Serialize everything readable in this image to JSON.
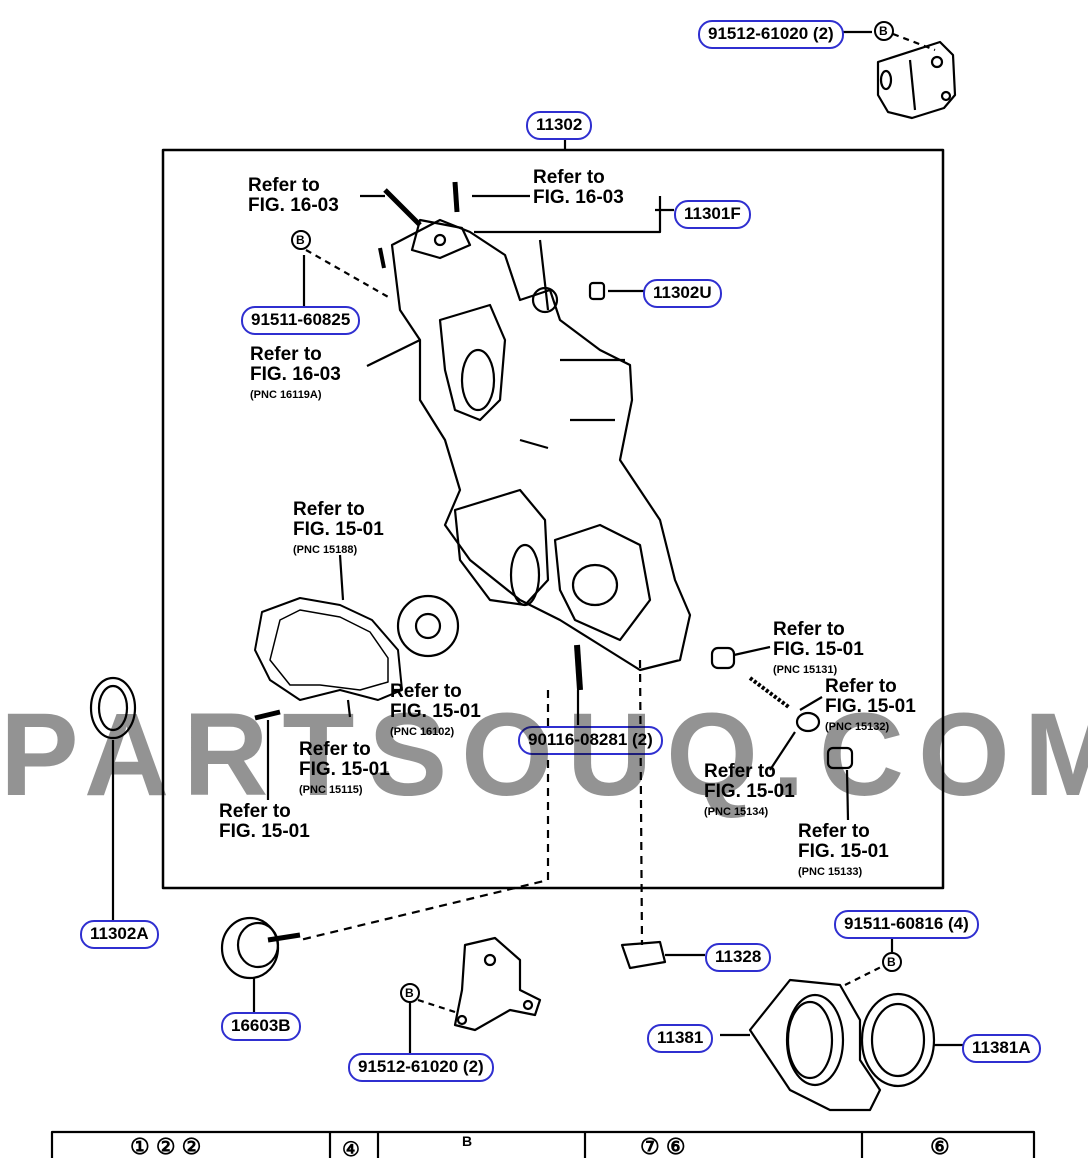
{
  "watermark": "PARTSOUQ.COM",
  "parts": {
    "p1": "91512-61020 (2)",
    "p2": "11302",
    "p3": "11301F",
    "p4": "91511-60825",
    "p5": "11302U",
    "p6": "90116-08281 (2)",
    "p7": "11302A",
    "p8": "16603B",
    "p9": "91512-61020 (2)",
    "p10": "11328",
    "p11": "91511-60816 (4)",
    "p12": "11381",
    "p13": "11381A"
  },
  "refs": {
    "r1": {
      "line1": "Refer to",
      "line2": "FIG. 16-03",
      "pnc": ""
    },
    "r2": {
      "line1": "Refer to",
      "line2": "FIG. 16-03",
      "pnc": ""
    },
    "r3": {
      "line1": "Refer to",
      "line2": "FIG. 16-03",
      "pnc": "(PNC 16119A)"
    },
    "r4": {
      "line1": "Refer to",
      "line2": "FIG. 15-01",
      "pnc": "(PNC 15188)"
    },
    "r5": {
      "line1": "Refer to",
      "line2": "FIG. 15-01",
      "pnc": "(PNC 15131)"
    },
    "r6": {
      "line1": "Refer to",
      "line2": "FIG. 15-01",
      "pnc": "(PNC 16102)"
    },
    "r7": {
      "line1": "Refer to",
      "line2": "FIG. 15-01",
      "pnc": "(PNC 15132)"
    },
    "r8": {
      "line1": "Refer to",
      "line2": "FIG. 15-01",
      "pnc": "(PNC 15115)"
    },
    "r9": {
      "line1": "Refer to",
      "line2": "FIG. 15-01",
      "pnc": "(PNC 15134)"
    },
    "r10": {
      "line1": "Refer to",
      "line2": "FIG. 15-01",
      "pnc": ""
    },
    "r11": {
      "line1": "Refer to",
      "line2": "FIG. 15-01",
      "pnc": "(PNC 15133)"
    }
  },
  "bolt_marker": "B",
  "table_header": {
    "c1": "① ② ②",
    "c2": "④",
    "c3": "B",
    "c4": "⑦ ⑥",
    "c5": "⑥"
  }
}
